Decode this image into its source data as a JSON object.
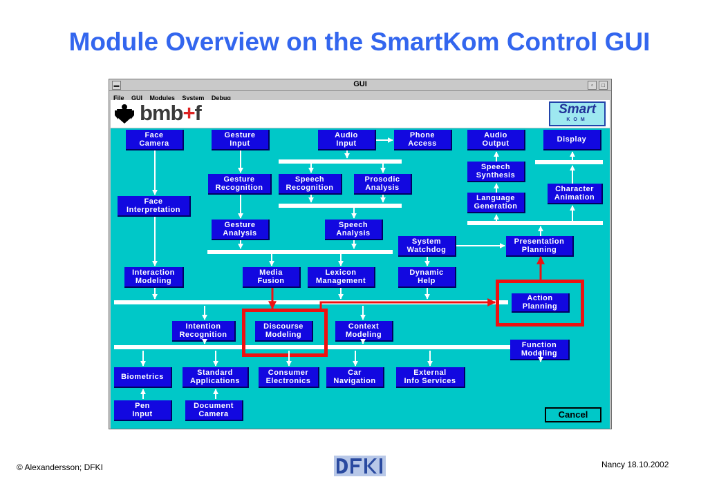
{
  "slide": {
    "title": "Module Overview on the SmartKom Control GUI",
    "footer_left": "© Alexandersson; DFKI",
    "footer_right": "Nancy 18.10.2002"
  },
  "window": {
    "title": "GUI",
    "menu": [
      "File",
      "GUI",
      "Modules",
      "System",
      "Debug"
    ],
    "cancel_label": "Cancel"
  },
  "banner": {
    "bmbf_text_a": "bmb",
    "bmbf_text_b": "+",
    "bmbf_text_c": "f",
    "smart_text": "Smart",
    "kom_text": "KOM"
  },
  "modules": {
    "face_camera": "Face\nCamera",
    "gesture_input": "Gesture\nInput",
    "audio_input": "Audio\nInput",
    "phone_access": "Phone\nAccess",
    "audio_output": "Audio\nOutput",
    "display": "Display",
    "gesture_recognition": "Gesture\nRecognition",
    "speech_recognition": "Speech\nRecognition",
    "prosodic_analysis": "Prosodic\nAnalysis",
    "speech_synthesis": "Speech\nSynthesis",
    "character_animation": "Character\nAnimation",
    "face_interpretation": "Face\nInterpretation",
    "language_generation": "Language\nGeneration",
    "gesture_analysis": "Gesture\nAnalysis",
    "speech_analysis": "Speech\nAnalysis",
    "system_watchdog": "System\nWatchdog",
    "presentation_planning": "Presentation\nPlanning",
    "interaction_modeling": "Interaction\nModeling",
    "media_fusion": "Media\nFusion",
    "lexicon_management": "Lexicon\nManagement",
    "dynamic_help": "Dynamic\nHelp",
    "action_planning": "Action\nPlanning",
    "intention_recognition": "Intention\nRecognition",
    "discourse_modeling": "Discourse\nModeling",
    "context_modeling": "Context\nModeling",
    "function_modeling": "Function\nModeling",
    "biometrics": "Biometrics",
    "standard_applications": "Standard\nApplications",
    "consumer_electronics": "Consumer\nElectronics",
    "car_navigation": "Car\nNavigation",
    "external_info_services": "External\nInfo Services",
    "pen_input": "Pen\nInput",
    "document_camera": "Document\nCamera"
  },
  "colors": {
    "title": "#3366ee",
    "canvas": "#00c8c8",
    "module": "#1208e0",
    "highlight": "#ee1111"
  }
}
